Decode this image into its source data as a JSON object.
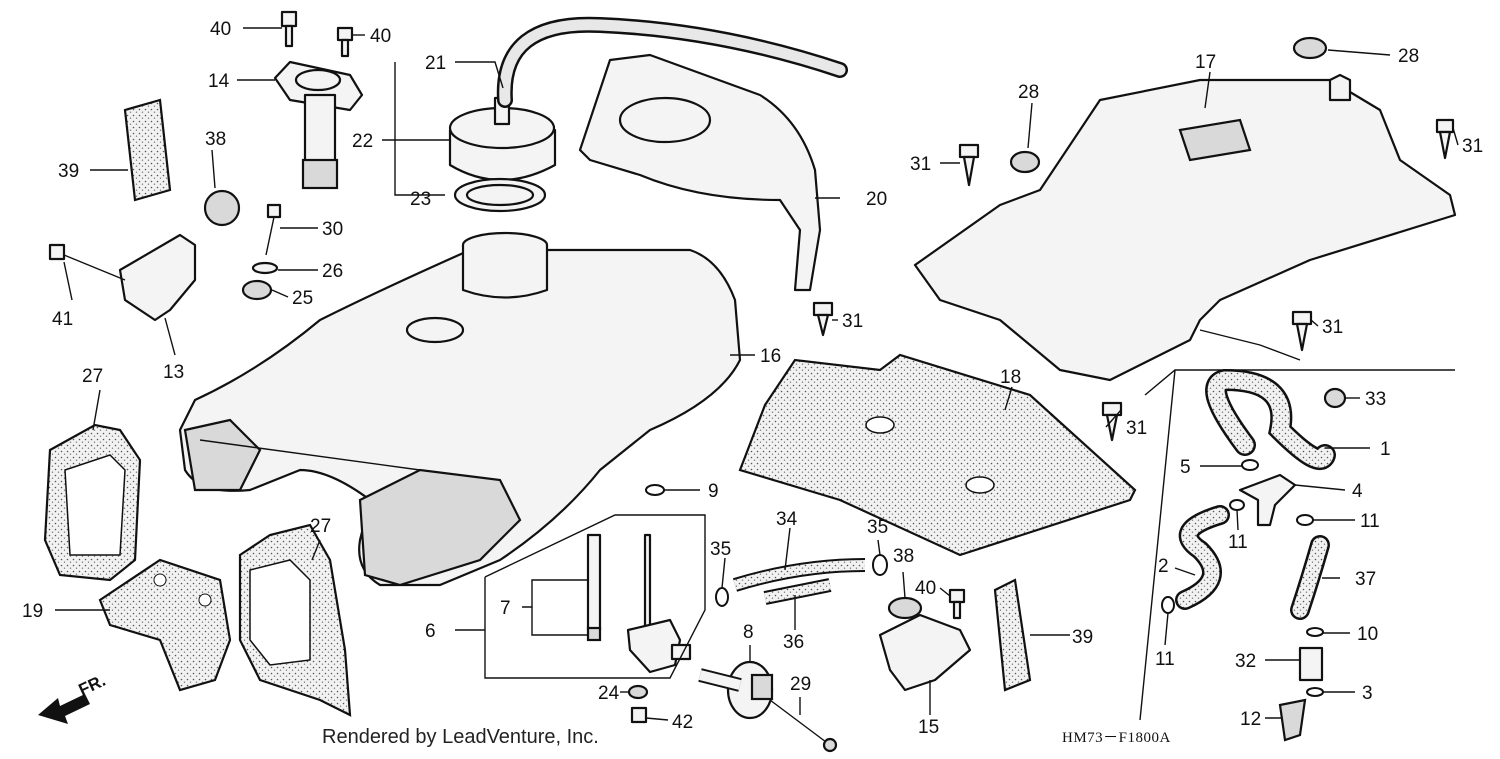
{
  "callouts": [
    "1",
    "2",
    "3",
    "4",
    "5",
    "6",
    "7",
    "8",
    "9",
    "10",
    "11",
    "12",
    "13",
    "14",
    "15",
    "16",
    "17",
    "18",
    "19",
    "20",
    "21",
    "22",
    "23",
    "24",
    "25",
    "26",
    "27",
    "28",
    "29",
    "30",
    "31",
    "32",
    "33",
    "34",
    "35",
    "36",
    "37",
    "38",
    "39",
    "40",
    "41",
    "42"
  ],
  "credit": "Rendered by LeadVenture, Inc.",
  "diagram_code": "HM73－F1800A",
  "direction_label": "FR."
}
